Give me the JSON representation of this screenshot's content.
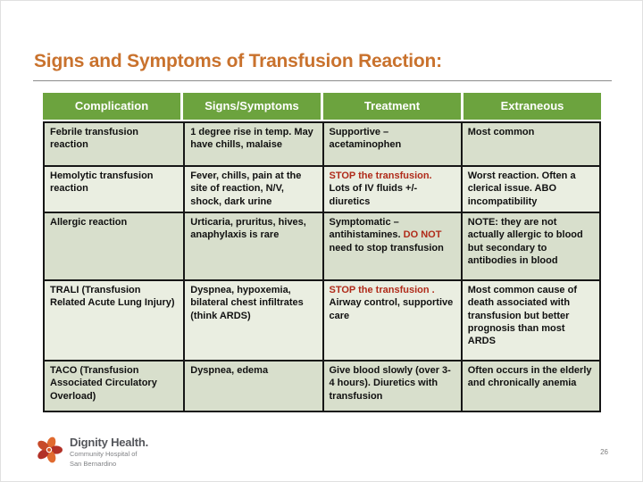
{
  "slide": {
    "title": "Signs and Symptoms of Transfusion Reaction:",
    "page_number": "26"
  },
  "table": {
    "headers": [
      "Complication",
      "Signs/Symptoms",
      "Treatment",
      "Extraneous"
    ],
    "rows": [
      {
        "complication": "Febrile transfusion reaction",
        "signs": "1 degree rise in temp.  May have chills, malaise",
        "treatment_pre": "Supportive – acetaminophen",
        "treatment_red": "",
        "treatment_post": "",
        "extraneous": "Most common"
      },
      {
        "complication": "Hemolytic transfusion reaction",
        "signs": "Fever, chills, pain at the site of reaction, N/V, shock, dark urine",
        "treatment_pre": "",
        "treatment_red": "STOP the transfusion.",
        "treatment_post": "Lots of IV fluids +/- diuretics",
        "extraneous": "Worst reaction.  Often a clerical issue.  ABO incompatibility"
      },
      {
        "complication": "Allergic reaction",
        "signs": "Urticaria, pruritus, hives, anaphylaxis is rare",
        "treatment_pre": "Symptomatic – antihistamines.  ",
        "treatment_red": "DO NOT",
        "treatment_post": " need to stop transfusion",
        "extraneous": "NOTE:  they are not actually allergic to blood but secondary to antibodies in blood"
      },
      {
        "complication": "TRALI (Transfusion Related Acute Lung Injury)",
        "signs": "Dyspnea, hypoxemia, bilateral chest infiltrates (think ARDS)",
        "treatment_pre": "",
        "treatment_red": "STOP the transfusion .",
        "treatment_post": "Airway control, supportive care",
        "extraneous": "Most common cause of death associated with transfusion but better prognosis than most ARDS"
      },
      {
        "complication": "TACO (Transfusion Associated Circulatory Overload)",
        "signs": "Dyspnea, edema",
        "treatment_pre": "Give blood slowly (over 3-4 hours).  Diuretics with transfusion",
        "treatment_red": "",
        "treatment_post": "",
        "extraneous": "Often occurs in the elderly and chronically anemia"
      }
    ]
  },
  "footer": {
    "brand": "Dignity Health.",
    "sub_line1": "Community Hospital of",
    "sub_line2": "San Bernardino"
  },
  "colors": {
    "header_green": "#6ca33e",
    "row_band_dark": "#d8dfcc",
    "row_band_light": "#eaeee1",
    "title_orange": "#c9722d",
    "alert_red": "#b02b1a"
  }
}
